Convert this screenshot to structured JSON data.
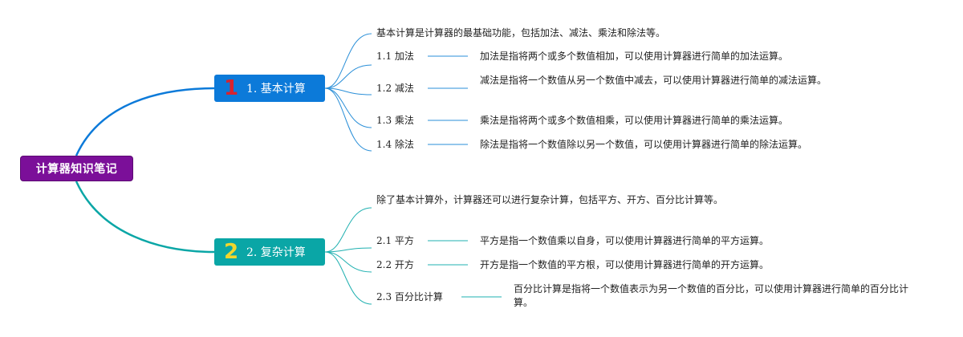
{
  "root": {
    "label": "计算器知识笔记"
  },
  "branches": [
    {
      "badge": "1",
      "label": "1. 基本计算",
      "summary": "基本计算是计算器的最基础功能，包括加法、减法、乘法和除法等。",
      "items": [
        {
          "label": "1.1 加法",
          "desc": "加法是指将两个或多个数值相加，可以使用计算器进行简单的加法运算。"
        },
        {
          "label": "1.2 减法",
          "desc": "减法是指将一个数值从另一个数值中减去，可以使用计算器进行简单的减法运算。"
        },
        {
          "label": "1.3 乘法",
          "desc": "乘法是指将两个或多个数值相乘，可以使用计算器进行简单的乘法运算。"
        },
        {
          "label": "1.4 除法",
          "desc": "除法是指将一个数值除以另一个数值，可以使用计算器进行简单的除法运算。"
        }
      ]
    },
    {
      "badge": "2",
      "label": "2. 复杂计算",
      "summary": "除了基本计算外，计算器还可以进行复杂计算，包括平方、开方、百分比计算等。",
      "items": [
        {
          "label": "2.1 平方",
          "desc": "平方是指一个数值乘以自身，可以使用计算器进行简单的平方运算。"
        },
        {
          "label": "2.2 开方",
          "desc": "开方是指一个数值的平方根，可以使用计算器进行简单的开方运算。"
        },
        {
          "label": "2.3 百分比计算",
          "desc": "百分比计算是指将一个数值表示为另一个数值的百分比，可以使用计算器进行简单的百分比计算。"
        }
      ]
    }
  ],
  "colors": {
    "root": "#7b0f99",
    "branch1": "#0c7ad9",
    "branch2": "#0aa6a6",
    "line1": "#0c7ad9",
    "line2": "#0aa6a6",
    "leaf_line1": "#2a8fd8",
    "leaf_line2": "#1fb0b0"
  }
}
